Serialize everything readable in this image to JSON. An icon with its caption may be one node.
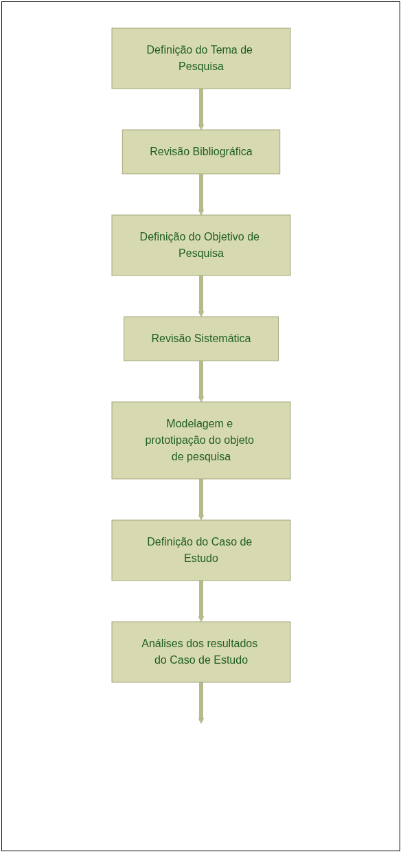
{
  "diagram": {
    "nodes": [
      {
        "text": [
          "Definição do Tema de Pesquisa"
        ]
      },
      {
        "text": [
          "Revisão Bibliográfica"
        ]
      },
      {
        "text": [
          "Definição do Objetivo de Pesquisa"
        ]
      },
      {
        "text": [
          "Revisão Sistemática"
        ]
      },
      {
        "text": [
          "Modelagem e prototipação do objeto de pesquisa"
        ]
      },
      {
        "text": [
          "Definição do Caso de Estudo"
        ]
      },
      {
        "text": [
          "Análises dos resultados do Caso de Estudo"
        ]
      }
    ],
    "edges": [
      {
        "from": 0,
        "to": 1,
        "arrow": "to"
      },
      {
        "from": 1,
        "to": 2,
        "arrow": "to"
      },
      {
        "from": 2,
        "to": 3,
        "arrow": "to"
      },
      {
        "from": 3,
        "to": 4,
        "arrow": "to"
      },
      {
        "from": 4,
        "to": 5,
        "arrow": "to"
      },
      {
        "from": 5,
        "to": 6,
        "arrow": "to"
      },
      {
        "from": 6,
        "to": null,
        "arrow": "to"
      }
    ]
  }
}
